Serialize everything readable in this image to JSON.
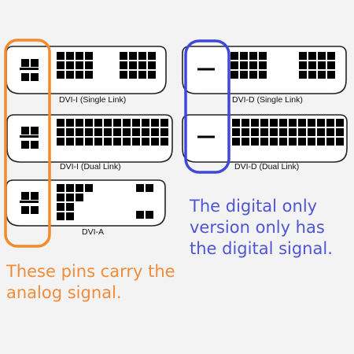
{
  "connectors": [
    {
      "id": "dvi-i-single",
      "label": "DVI-I (Single Link)"
    },
    {
      "id": "dvi-i-dual",
      "label": "DVI-I (Dual Link)"
    },
    {
      "id": "dvi-a",
      "label": "DVI-A"
    },
    {
      "id": "dvi-d-single",
      "label": "DVI-D (Single Link)"
    },
    {
      "id": "dvi-d-dual",
      "label": "DVI-D (Dual Link)"
    }
  ],
  "captions": {
    "analog": [
      "These pins carry the",
      "analog signal."
    ],
    "digital": [
      "The digital only",
      "version only has",
      "the digital signal."
    ]
  },
  "colors": {
    "analog_highlight": "#f58a2c",
    "digital_highlight": "#3f49d6",
    "analog_text": "#f08c3a",
    "digital_text": "#4f55d4",
    "pin": "#000000",
    "connector_fill": "#ffffff",
    "connector_outline": "#222222"
  }
}
